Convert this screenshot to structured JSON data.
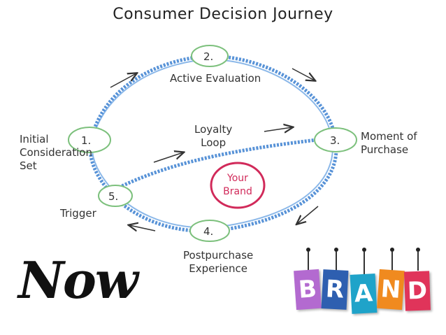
{
  "title": "Consumer Decision Journey",
  "nodes": [
    {
      "number": "1.",
      "label": "Initial\nConsideration\nSet"
    },
    {
      "number": "2.",
      "label": "Active Evaluation"
    },
    {
      "number": "3.",
      "label": "Moment of\nPurchase"
    },
    {
      "number": "4.",
      "label": "Postpurchase\nExperience"
    },
    {
      "number": "5.",
      "label": "Trigger"
    }
  ],
  "loop_label": "Loyalty\nLoop",
  "center_label": "Your\nBrand",
  "now_text": "Now",
  "brand_letters": [
    "B",
    "R",
    "A",
    "N",
    "D"
  ],
  "colors": {
    "wave": "#3a7fd0",
    "node_stroke": "#7cc07c",
    "brand_circle": "#d12a5a",
    "tags": [
      "#b36ad0",
      "#2e5fb0",
      "#1fa3c9",
      "#f08a1f",
      "#e0345a"
    ]
  }
}
